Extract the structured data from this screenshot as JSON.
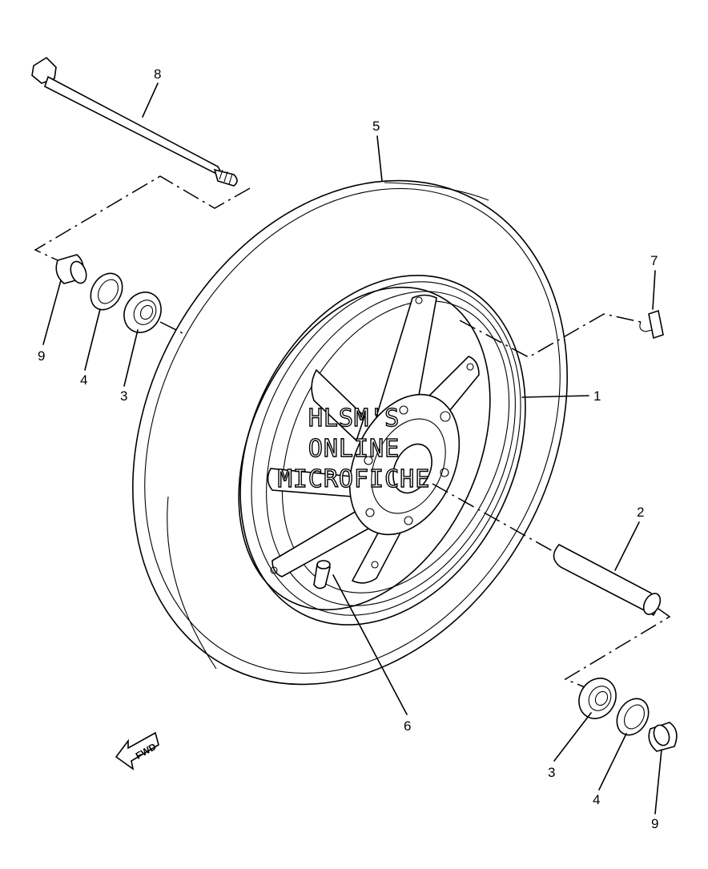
{
  "labels": {
    "p1": "1",
    "p2": "2",
    "p3a": "3",
    "p3b": "3",
    "p4a": "4",
    "p4b": "4",
    "p5": "5",
    "p6": "6",
    "p7": "7",
    "p8": "8",
    "p9a": "9",
    "p9b": "9"
  },
  "watermark": {
    "line1": "HLSM'S",
    "line2": "ONLINE",
    "line3": "MICROFICHE"
  },
  "fwd_marker": "FWD"
}
